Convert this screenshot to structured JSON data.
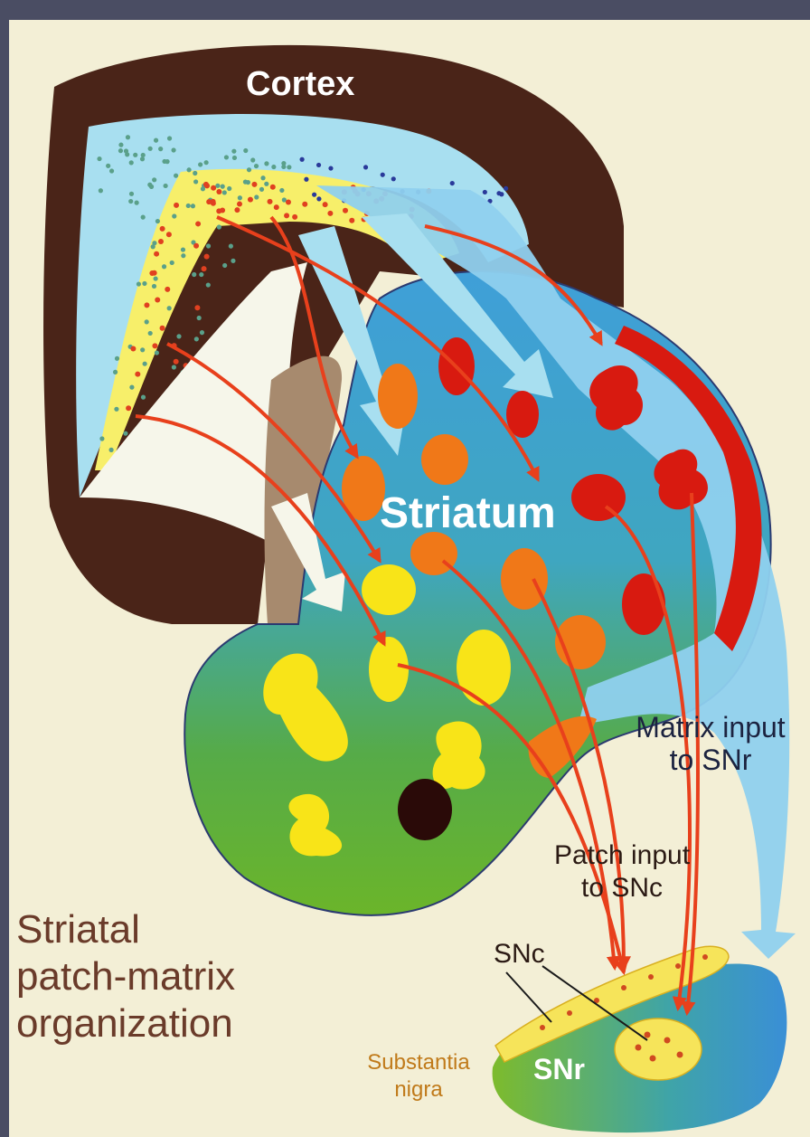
{
  "labels": {
    "cortex": "Cortex",
    "striatum": "Striatum",
    "title": "Striatal\npatch-matrix\norganization",
    "matrix_input": "Matrix input\nto SNr",
    "patch_input": "Patch input\nto SNc",
    "snc": "SNc",
    "snr": "SNr",
    "substantia_nigra": "Substantia\nnigra"
  },
  "colors": {
    "background_paper": "#f3efd6",
    "frame": "#4a4d63",
    "cortex": "#4a2418",
    "striatum_top": "#3f9fd8",
    "striatum_bottom": "#5fae2e",
    "matrix_projection": "#8fd0ee",
    "patch_arrows": "#e8401c",
    "patches_red": "#d81a10",
    "patches_orange": "#f07818",
    "patches_yellow": "#f8e418",
    "snc_band": "#f6e45a"
  }
}
